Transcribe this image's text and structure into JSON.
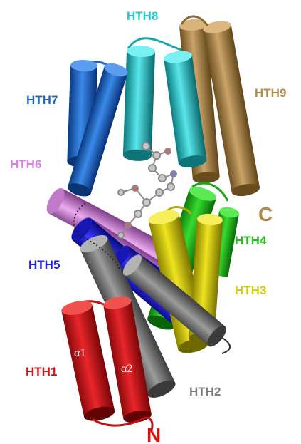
{
  "labels": {
    "hth1": "HTH1",
    "hth2": "HTH2",
    "hth3": "HTH3",
    "hth4": "HTH4",
    "hth5": "HTH5",
    "hth6": "HTH6",
    "hth7": "HTH7",
    "hth8": "HTH8",
    "hth9": "HTH9",
    "n_term": "N",
    "c_term": "C",
    "alpha1": "α1",
    "alpha2": "α2"
  },
  "colors": {
    "hth1": "#d81418",
    "hth2": "#7c7c7c",
    "hth3": "#d8cc10",
    "hth4": "#22c01c",
    "hth5": "#1e1ee0",
    "hth6": "#d283dc",
    "hth7": "#1d67c9",
    "hth8": "#25c8cc",
    "hth9": "#b08a4e",
    "ligand": "#b4b4b4"
  }
}
